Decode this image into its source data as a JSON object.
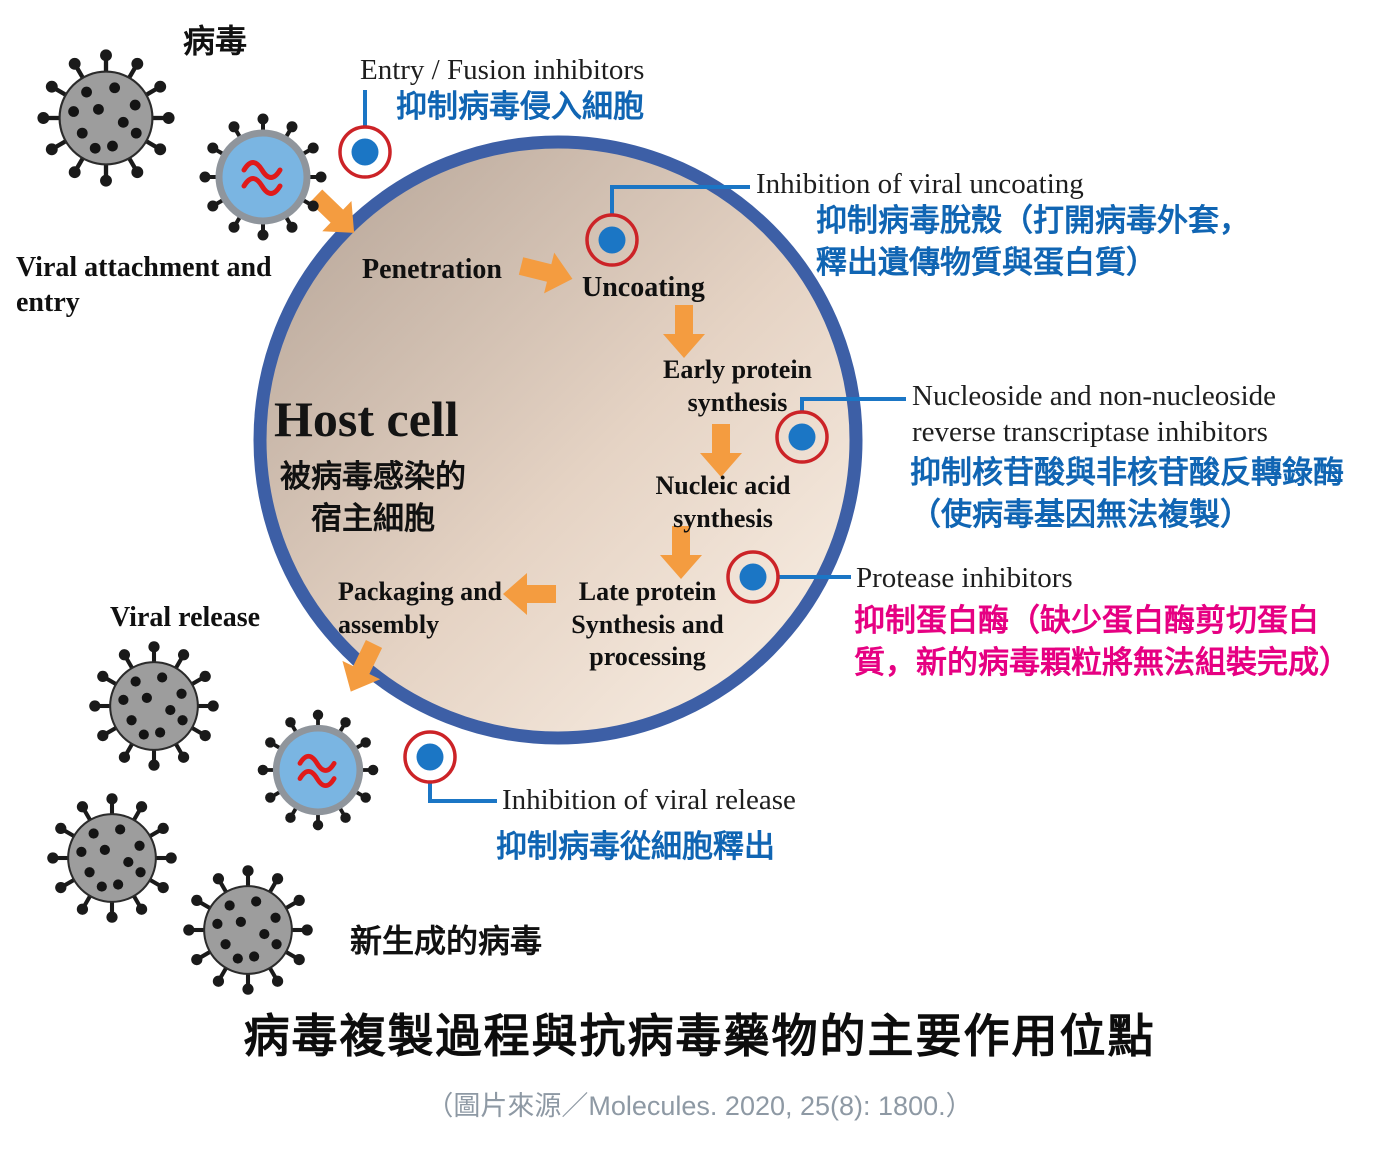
{
  "figure": {
    "virus_label": "病毒",
    "viral_attachment_label": "Viral attachment and\nentry",
    "viral_release_label": "Viral release",
    "new_virus_label": "新生成的病毒",
    "host_cell": {
      "title": "Host cell",
      "subtitle": "被病毒感染的\n宿主細胞"
    },
    "steps": {
      "penetration": "Penetration",
      "uncoating": "Uncoating",
      "early_protein": "Early protein\nsynthesis",
      "nucleic_acid": "Nucleic acid\nsynthesis",
      "late_protein": "Late protein\nSynthesis and\nprocessing",
      "packaging": "Packaging and\nassembly"
    },
    "inhibitors": {
      "entry_fusion": {
        "en": "Entry / Fusion inhibitors",
        "zh": "抑制病毒侵入細胞"
      },
      "uncoating": {
        "en": "Inhibition of viral uncoating",
        "zh": "抑制病毒脫殼（打開病毒外套，\n釋出遺傳物質與蛋白質）"
      },
      "reverse_transcriptase": {
        "en": "Nucleoside and non-nucleoside\nreverse transcriptase inhibitors",
        "zh": "抑制核苷酸與非核苷酸反轉錄酶\n（使病毒基因無法複製）"
      },
      "protease": {
        "en": "Protease inhibitors",
        "zh": "抑制蛋白酶（缺少蛋白酶剪切蛋白\n質，新的病毒顆粒將無法組裝完成）"
      },
      "release": {
        "en": "Inhibition of viral release",
        "zh": "抑制病毒從細胞釋出"
      }
    }
  },
  "caption": {
    "title": "病毒複製過程與抗病毒藥物的主要作用位點",
    "source": "（圖片來源／Molecules. 2020, 25(8): 1800.）"
  },
  "colors": {
    "cell_border": "#3d5fa6",
    "cell_fill_dark": "#b3a295",
    "cell_fill_mid": "#e5d3c4",
    "cell_fill_light": "#fcf3e9",
    "marker_blue": "#1b76c5",
    "ring_red": "#cc2327",
    "arrow_orange": "#f49c40",
    "blue_text": "#1065b3",
    "pink_text": "#e60082",
    "gray_virus": "#9d9d9d",
    "blue_virus": "#7ab5e2",
    "virus_mark_red": "#e01a1a",
    "source_gray": "#8e99a4"
  }
}
